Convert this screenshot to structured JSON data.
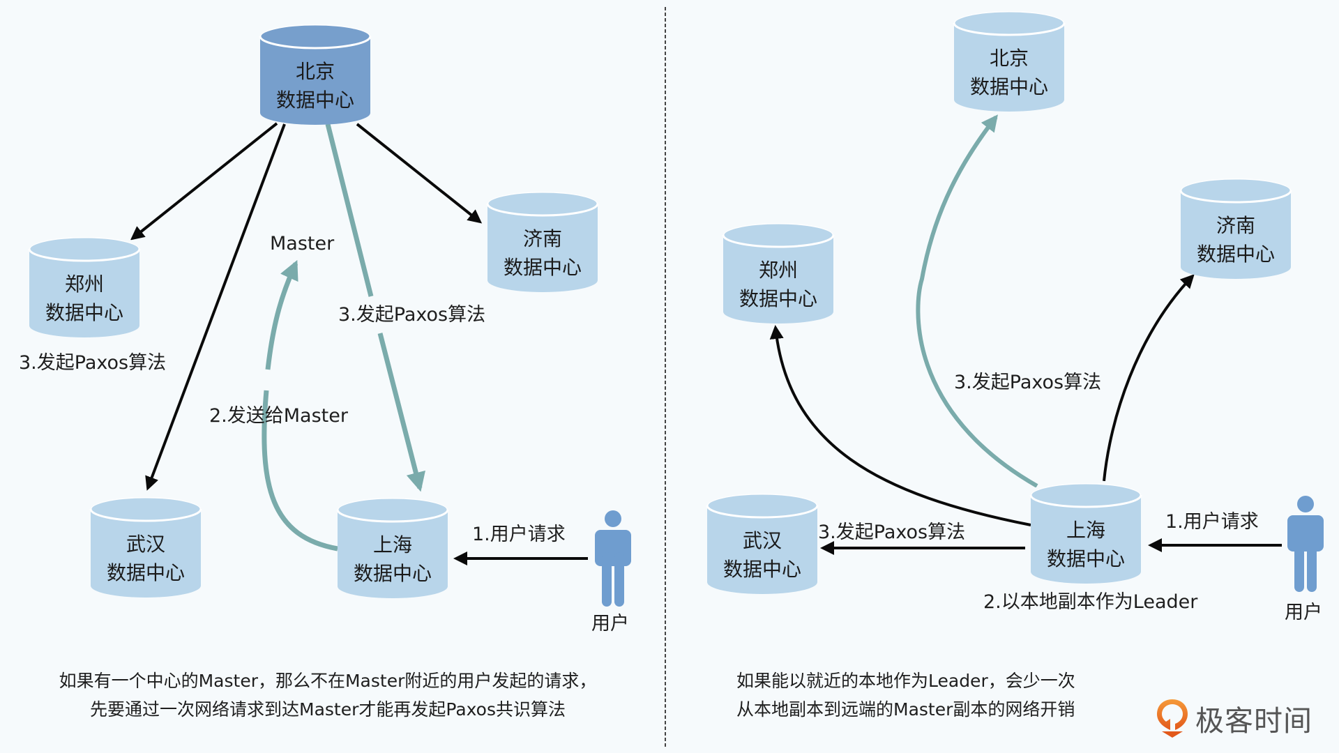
{
  "left_panel": {
    "nodes": {
      "beijing": {
        "city": "北京",
        "sub": "数据中心",
        "role": "master"
      },
      "zhengzhou": {
        "city": "郑州",
        "sub": "数据中心"
      },
      "jinan": {
        "city": "济南",
        "sub": "数据中心"
      },
      "wuhan": {
        "city": "武汉",
        "sub": "数据中心"
      },
      "shanghai": {
        "city": "上海",
        "sub": "数据中心"
      }
    },
    "labels": {
      "master": "Master",
      "paxos_left": "3.发起Paxos算法",
      "paxos_center": "3.发起Paxos算法",
      "send_to_master": "2.发送给Master",
      "user_request": "1.用户请求",
      "user": "用户"
    },
    "caption": [
      "如果有一个中心的Master，那么不在Master附近的用户发起的请求，",
      "先要通过一次网络请求到达Master才能再发起Paxos共识算法"
    ]
  },
  "right_panel": {
    "nodes": {
      "beijing": {
        "city": "北京",
        "sub": "数据中心"
      },
      "zhengzhou": {
        "city": "郑州",
        "sub": "数据中心"
      },
      "jinan": {
        "city": "济南",
        "sub": "数据中心"
      },
      "wuhan": {
        "city": "武汉",
        "sub": "数据中心"
      },
      "shanghai": {
        "city": "上海",
        "sub": "数据中心",
        "role": "leader"
      }
    },
    "labels": {
      "paxos_top": "3.发起Paxos算法",
      "paxos_wuhan": "3.发起Paxos算法",
      "local_leader": "2.以本地副本作为Leader",
      "user_request": "1.用户请求",
      "user": "用户"
    },
    "caption": [
      "如果能以就近的本地作为Leader，会少一次",
      "从本地副本到远端的Master副本的网络开销"
    ]
  },
  "logo": {
    "text": "极客时间",
    "icon": "geektime-logo-icon"
  },
  "colors": {
    "background": "#f6fafc",
    "cylinder": "#b8d5ea",
    "cylinder_master": "#779fcc",
    "teal_arrow": "#7aabab",
    "black_arrow": "#0a0a0a",
    "user_icon": "#6f9dcf",
    "logo_orange": "#ee6f1c",
    "logo_text": "#555555"
  }
}
